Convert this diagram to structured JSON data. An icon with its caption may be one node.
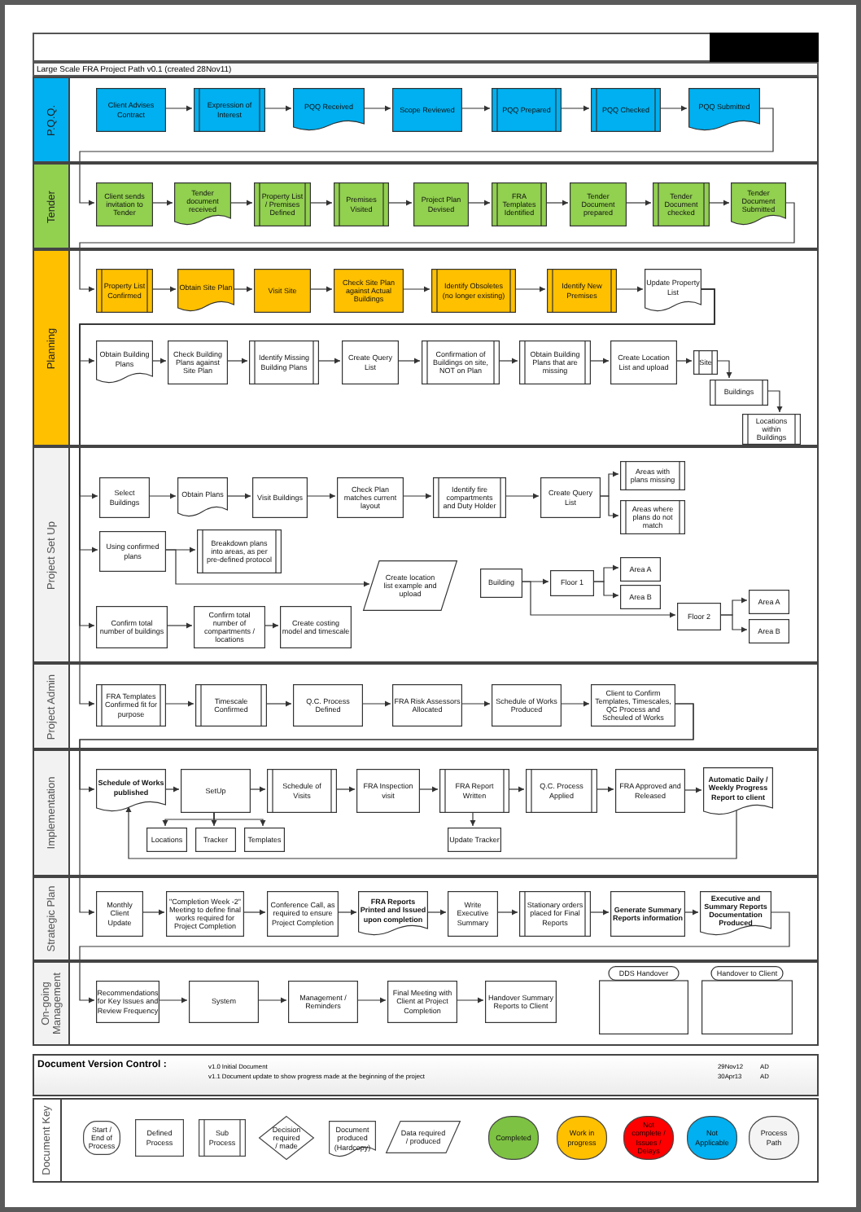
{
  "diagram": {
    "nodes": [
      {
        "text": [
          "P.Q.Q."
        ]
      },
      {
        "text": [
          "Client Advises Contract"
        ],
        "in": 0
      },
      {
        "text": [
          "Expression of Interest"
        ],
        "in": 0
      },
      {
        "text": [
          "PQQ Received"
        ],
        "in": 0
      },
      {
        "text": [
          "Scope Reviewed"
        ],
        "in": 0
      },
      {
        "text": [
          "PQQ Prepared"
        ],
        "in": 0
      },
      {
        "text": [
          "PQQ Checked"
        ],
        "in": 0
      },
      {
        "text": [
          "PQQ Submitted"
        ],
        "in": 0
      },
      {
        "text": [
          "Tender"
        ]
      },
      {
        "text": [
          "Client sends invitation to Tender"
        ],
        "in": 8
      },
      {
        "text": [
          "Tender document received"
        ],
        "in": 8
      },
      {
        "text": [
          "Property List / Premises Defined"
        ],
        "in": 8
      },
      {
        "text": [
          "Premises Visited"
        ],
        "in": 8
      },
      {
        "text": [
          "Project Plan Devised"
        ],
        "in": 8
      },
      {
        "text": [
          "FRA Templates Identified"
        ],
        "in": 8
      },
      {
        "text": [
          "Tender Document prepared"
        ],
        "in": 8
      },
      {
        "text": [
          "Tender Document checked"
        ],
        "in": 8
      },
      {
        "text": [
          "Tender Document Submitted"
        ],
        "in": 8
      },
      {
        "text": [
          "Planning"
        ]
      },
      {
        "text": [
          "Property List Confirmed"
        ],
        "in": 18
      },
      {
        "text": [
          "Obtain Site Plan"
        ],
        "in": 18
      },
      {
        "text": [
          "Visit Site"
        ],
        "in": 18
      },
      {
        "text": [
          "Check Site Plan against Actual Buildings"
        ],
        "in": 18
      },
      {
        "text": [
          "Identify Obsoletes (no longer existing)"
        ],
        "in": 18
      },
      {
        "text": [
          "Identify New Premises"
        ],
        "in": 18
      },
      {
        "text": [
          "Update Property List"
        ],
        "in": 18
      },
      {
        "text": [
          "Obtain Building Plans"
        ],
        "in": 18
      },
      {
        "text": [
          "Check Building Plans against Site Plan"
        ],
        "in": 18
      },
      {
        "text": [
          "Identify Missing Building Plans"
        ],
        "in": 18
      },
      {
        "text": [
          "Create Query List"
        ],
        "in": 18
      },
      {
        "text": [
          "Confirmation of Buildings on site, NOT on Plan"
        ],
        "in": 18
      },
      {
        "text": [
          "Obtain Building Plans that are missing"
        ],
        "in": 18
      },
      {
        "text": [
          "Create Location List and upload"
        ],
        "in": 18
      },
      {
        "text": [
          "Site"
        ],
        "in": 18
      },
      {
        "text": [
          "Buildings"
        ],
        "in": 18
      },
      {
        "text": [
          "Locations within Buildings"
        ],
        "in": 18
      },
      {
        "text": [
          "Project Set Up"
        ]
      },
      {
        "text": [
          "Select Buildings"
        ],
        "in": 36
      },
      {
        "text": [
          "Obtain Plans"
        ],
        "in": 36
      },
      {
        "text": [
          "Visit Buildings"
        ],
        "in": 36
      },
      {
        "text": [
          "Check Plan matches current layout"
        ],
        "in": 36
      },
      {
        "text": [
          "Identify fire compartments and Duty Holder"
        ],
        "in": 36
      },
      {
        "text": [
          "Create Query List"
        ],
        "in": 36
      },
      {
        "text": [
          "Areas with plans missing"
        ],
        "in": 36
      },
      {
        "text": [
          "Areas where plans do not match"
        ],
        "in": 36
      },
      {
        "text": [
          "Using confirmed plans"
        ],
        "in": 36
      },
      {
        "text": [
          "Breakdown plans into areas, as per pre-defined protocol"
        ],
        "in": 36
      },
      {
        "text": [
          "Create location list example and upload"
        ],
        "in": 36
      },
      {
        "text": [
          "Building"
        ],
        "in": 36
      },
      {
        "text": [
          "Floor 1"
        ],
        "in": 36
      },
      {
        "text": [
          "Area A"
        ],
        "in": 36
      },
      {
        "text": [
          "Area B"
        ],
        "in": 36
      },
      {
        "text": [
          "Floor 2"
        ],
        "in": 36
      },
      {
        "text": [
          "Area A"
        ],
        "in": 36
      },
      {
        "text": [
          "Area B"
        ],
        "in": 36
      },
      {
        "text": [
          "Confirm total number of buildings"
        ],
        "in": 36
      },
      {
        "text": [
          "Confirm total number of compartments / locations"
        ],
        "in": 36
      },
      {
        "text": [
          "Create costing model and timescale"
        ],
        "in": 36
      },
      {
        "text": [
          "Project Admin"
        ]
      },
      {
        "text": [
          "FRA Templates Confirmed fit for purpose"
        ],
        "in": 58
      },
      {
        "text": [
          "Timescale Confirmed"
        ],
        "in": 58
      },
      {
        "text": [
          "Q.C. Process Defined"
        ],
        "in": 58
      },
      {
        "text": [
          "FRA Risk Assessors Allocated"
        ],
        "in": 58
      },
      {
        "text": [
          "Schedule of Works Produced"
        ],
        "in": 58
      },
      {
        "text": [
          "Client to Confirm Templates, Timescales, QC Process and Scheuled of Works"
        ],
        "in": 58
      },
      {
        "text": [
          "Implementation"
        ]
      },
      {
        "text": [
          "Schedule of Works published"
        ],
        "in": 65
      },
      {
        "text": [
          "SetUp"
        ],
        "in": 65
      },
      {
        "text": [
          "Schedule of Visits"
        ],
        "in": 65
      },
      {
        "text": [
          "FRA Inspection visit"
        ],
        "in": 65
      },
      {
        "text": [
          "FRA Report Written"
        ],
        "in": 65
      },
      {
        "text": [
          "Q.C. Process Applied"
        ],
        "in": 65
      },
      {
        "text": [
          "FRA Approved and Released"
        ],
        "in": 65
      },
      {
        "text": [
          "Automatic Daily / Weekly Progress Report to client"
        ],
        "in": 65
      },
      {
        "text": [
          "Locations"
        ],
        "in": 65
      },
      {
        "text": [
          "Tracker"
        ],
        "in": 65
      },
      {
        "text": [
          "Templates"
        ],
        "in": 65
      },
      {
        "text": [
          "Update Tracker"
        ],
        "in": 65
      },
      {
        "text": [
          "Strategic Plan"
        ]
      },
      {
        "text": [
          "Monthly Client Update"
        ],
        "in": 78
      },
      {
        "text": [
          "\"Completion Week -2\" Meeting to define final works required for Project Completion"
        ],
        "in": 78
      },
      {
        "text": [
          "Conference Call, as required to ensure Project Completion"
        ],
        "in": 78
      },
      {
        "text": [
          "FRA Reports Printed and Issued upon completion"
        ],
        "in": 78
      },
      {
        "text": [
          "Write Executive Summary"
        ],
        "in": 78
      },
      {
        "text": [
          "Stationary orders placed for Final Reports"
        ],
        "in": 78
      },
      {
        "text": [
          "Generate Summary Reports information"
        ],
        "in": 78
      },
      {
        "text": [
          "Executive and Summary Reports Documentation Produced"
        ],
        "in": 78
      },
      {
        "text": [
          "On-going Management"
        ]
      },
      {
        "text": [
          "Recommendations for Key Issues and Review Frequency"
        ],
        "in": 87
      },
      {
        "text": [
          "System"
        ],
        "in": 87
      },
      {
        "text": [
          "Management / Reminders"
        ],
        "in": 87
      },
      {
        "text": [
          "Final Meeting with Client at Project Completion"
        ],
        "in": 87
      },
      {
        "text": [
          "Handover Summary Reports to Client"
        ],
        "in": 87
      },
      {
        "text": [
          "DDS Handover"
        ],
        "in": 87
      },
      {
        "text": [
          "Handover to Client"
        ],
        "in": 87
      }
    ],
    "edges": [
      {
        "from": 1,
        "to": 2,
        "arrow": "to"
      },
      {
        "from": 2,
        "to": 3,
        "arrow": "to"
      },
      {
        "from": 3,
        "to": 4,
        "arrow": "to"
      },
      {
        "from": 4,
        "to": 5,
        "arrow": "to"
      },
      {
        "from": 5,
        "to": 6,
        "arrow": "to"
      },
      {
        "from": 6,
        "to": 7,
        "arrow": "to"
      },
      {
        "from": 7,
        "to": 9,
        "arrow": "to"
      },
      {
        "from": 9,
        "to": 10,
        "arrow": "to"
      },
      {
        "from": 10,
        "to": 11,
        "arrow": "to"
      },
      {
        "from": 11,
        "to": 12,
        "arrow": "to"
      },
      {
        "from": 12,
        "to": 13,
        "arrow": "to"
      },
      {
        "from": 13,
        "to": 14,
        "arrow": "to"
      },
      {
        "from": 14,
        "to": 15,
        "arrow": "to"
      },
      {
        "from": 15,
        "to": 16,
        "arrow": "to"
      },
      {
        "from": 16,
        "to": 17,
        "arrow": "to"
      },
      {
        "from": 17,
        "to": 19,
        "arrow": "to"
      },
      {
        "from": 19,
        "to": 20,
        "arrow": "to"
      },
      {
        "from": 20,
        "to": 21,
        "arrow": "to"
      },
      {
        "from": 21,
        "to": 22,
        "arrow": "to"
      },
      {
        "from": 22,
        "to": 23,
        "arrow": "to"
      },
      {
        "from": 23,
        "to": 24,
        "arrow": "to"
      },
      {
        "from": 24,
        "to": 25,
        "arrow": "to"
      },
      {
        "from": 25,
        "to": 26,
        "arrow": "to"
      },
      {
        "from": 25,
        "to": 37,
        "arrow": "to"
      },
      {
        "from": 25,
        "to": 45,
        "arrow": "to"
      },
      {
        "from": 25,
        "to": 55,
        "arrow": "to"
      },
      {
        "from": 25,
        "to": 59,
        "arrow": "to"
      },
      {
        "from": 26,
        "to": 27,
        "arrow": "to"
      },
      {
        "from": 27,
        "to": 28,
        "arrow": "to"
      },
      {
        "from": 28,
        "to": 29,
        "arrow": "to"
      },
      {
        "from": 29,
        "to": 30,
        "arrow": "to"
      },
      {
        "from": 30,
        "to": 31,
        "arrow": "to"
      },
      {
        "from": 31,
        "to": 32,
        "arrow": "to"
      },
      {
        "from": 32,
        "to": 33,
        "arrow": "to"
      },
      {
        "from": 33,
        "to": 34,
        "arrow": "to"
      },
      {
        "from": 34,
        "to": 35,
        "arrow": "to"
      },
      {
        "from": 37,
        "to": 38,
        "arrow": "to"
      },
      {
        "from": 38,
        "to": 39,
        "arrow": "to"
      },
      {
        "from": 39,
        "to": 40,
        "arrow": "to"
      },
      {
        "from": 40,
        "to": 41,
        "arrow": "to"
      },
      {
        "from": 41,
        "to": 42,
        "arrow": "to"
      },
      {
        "from": 42,
        "to": 43,
        "arrow": "to"
      },
      {
        "from": 42,
        "to": 44,
        "arrow": "to"
      },
      {
        "from": 45,
        "to": 46,
        "arrow": "to"
      },
      {
        "from": 45,
        "to": 47,
        "arrow": "to"
      },
      {
        "from": 48,
        "to": 49,
        "arrow": "to"
      },
      {
        "from": 48,
        "to": 52,
        "arrow": "to"
      },
      {
        "from": 49,
        "to": 50,
        "arrow": "to"
      },
      {
        "from": 49,
        "to": 51,
        "arrow": "to"
      },
      {
        "from": 52,
        "to": 53,
        "arrow": "to"
      },
      {
        "from": 52,
        "to": 54,
        "arrow": "to"
      },
      {
        "from": 55,
        "to": 56,
        "arrow": "to"
      },
      {
        "from": 56,
        "to": 57,
        "arrow": "to"
      },
      {
        "from": 59,
        "to": 60,
        "arrow": "to"
      },
      {
        "from": 60,
        "to": 61,
        "arrow": "to"
      },
      {
        "from": 61,
        "to": 62,
        "arrow": "to"
      },
      {
        "from": 62,
        "to": 63,
        "arrow": "to"
      },
      {
        "from": 63,
        "to": 64,
        "arrow": "to"
      },
      {
        "from": 64,
        "to": 66,
        "arrow": "to"
      },
      {
        "from": 64,
        "to": 79,
        "arrow": "to"
      },
      {
        "from": 66,
        "to": 67,
        "arrow": "to"
      },
      {
        "from": 67,
        "to": 68,
        "arrow": "to"
      },
      {
        "from": 68,
        "to": 69,
        "arrow": "to"
      },
      {
        "from": 69,
        "to": 70,
        "arrow": "to"
      },
      {
        "from": 70,
        "to": 71,
        "arrow": "to"
      },
      {
        "from": 71,
        "to": 72,
        "arrow": "to"
      },
      {
        "from": 72,
        "to": 73,
        "arrow": "to"
      },
      {
        "from": 67,
        "to": 74,
        "arrow": "to"
      },
      {
        "from": 67,
        "to": 75,
        "arrow": "to"
      },
      {
        "from": 67,
        "to": 76,
        "arrow": "to"
      },
      {
        "from": 70,
        "to": 77,
        "arrow": "to"
      },
      {
        "from": 73,
        "to": 66,
        "arrow": "to"
      },
      {
        "from": 79,
        "to": 80,
        "arrow": "to"
      },
      {
        "from": 80,
        "to": 81,
        "arrow": "to"
      },
      {
        "from": 81,
        "to": 82,
        "arrow": "to"
      },
      {
        "from": 82,
        "to": 83,
        "arrow": "to"
      },
      {
        "from": 83,
        "to": 84,
        "arrow": "to"
      },
      {
        "from": 84,
        "to": 85,
        "arrow": "to"
      },
      {
        "from": 85,
        "to": 86,
        "arrow": "to"
      },
      {
        "from": 86,
        "to": 88,
        "arrow": "to"
      },
      {
        "from": 88,
        "to": 89,
        "arrow": "to"
      },
      {
        "from": 89,
        "to": 90,
        "arrow": "to"
      },
      {
        "from": 90,
        "to": 91,
        "arrow": "to"
      },
      {
        "from": 91,
        "to": 92,
        "arrow": "to"
      }
    ],
    "labels": [
      "Large Scale FRA Project Path v0.1 (created 28Nov11)",
      "Document Version Control :",
      "v1.0 Initial Document",
      "29Nov12",
      "AD",
      "v1.1 Document update to show progress made at the beginning of the project",
      "30Apr13",
      "AD",
      "Document Key"
    ],
    "legend": [
      {
        "text": "Start / End of Process"
      },
      {
        "text": "Defined Process"
      },
      {
        "text": "Sub Process"
      },
      {
        "text": "Decision required / made"
      },
      {
        "text": "Document produced (Hardcopy)"
      },
      {
        "text": "Data required / produced"
      },
      {
        "text": "Completed",
        "color": "#7dc242"
      },
      {
        "text": "Work in progress",
        "color": "#ffc000"
      },
      {
        "text": "Not complete / Issues / Delays",
        "color": "#ff0000"
      },
      {
        "text": "Not Applicable",
        "color": "#00b0f0"
      },
      {
        "text": "Process Path",
        "color": "#f4f4f4"
      }
    ]
  }
}
